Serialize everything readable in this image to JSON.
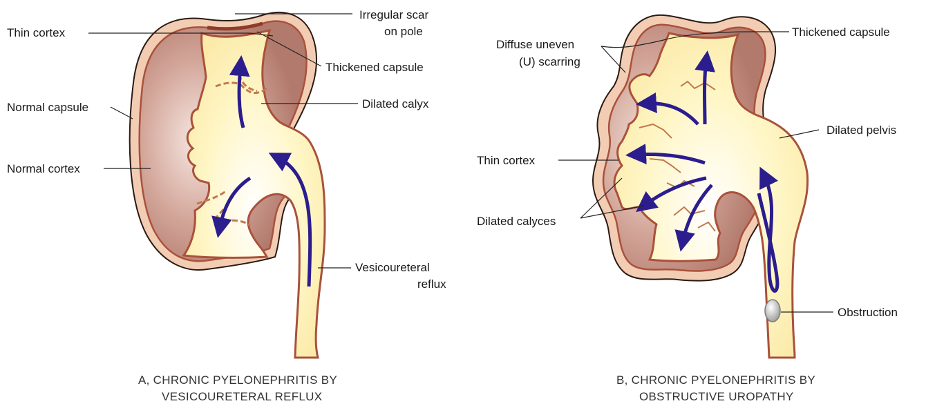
{
  "colors": {
    "capsule": "#eec3a4",
    "capsule_edge": "#2a1a14",
    "cortex": "#b57e73",
    "cortex_light": "#f3e2dc",
    "scar": "#a9513b",
    "pelvis": "#fff7c8",
    "arrow": "#2b1d8e",
    "stone": "#bfbfbf"
  },
  "panel_a": {
    "labels": {
      "irregular_scar_line1": "Irregular scar",
      "irregular_scar_line2": "on pole",
      "thin_cortex": "Thin cortex",
      "thickened_capsule": "Thickened capsule",
      "normal_capsule": "Normal capsule",
      "dilated_calyx": "Dilated calyx",
      "normal_cortex": "Normal cortex",
      "vesicoureteral_line1": "Vesicoureteral",
      "vesicoureteral_line2": "reflux"
    },
    "caption_line1": "A, CHRONIC PYELONEPHRITIS BY",
    "caption_line2": "VESICOURETERAL REFLUX"
  },
  "panel_b": {
    "labels": {
      "diffuse_line1": "Diffuse uneven",
      "diffuse_line2": "(U) scarring",
      "thickened_capsule": "Thickened capsule",
      "dilated_pelvis": "Dilated pelvis",
      "thin_cortex": "Thin cortex",
      "dilated_calyces": "Dilated calyces",
      "obstruction": "Obstruction"
    },
    "caption_line1": "B, CHRONIC PYELONEPHRITIS BY",
    "caption_line2": "OBSTRUCTIVE UROPATHY"
  }
}
